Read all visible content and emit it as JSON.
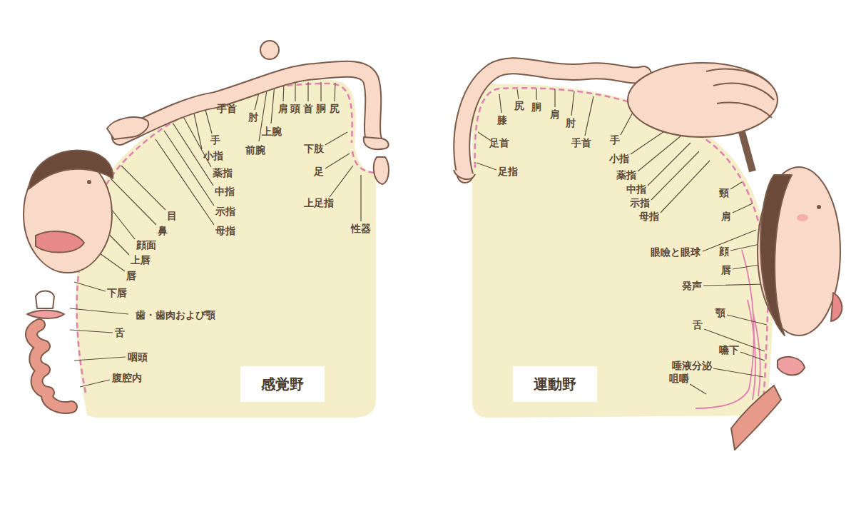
{
  "diagram": {
    "nodes": [
      {
        "text": [
          "感覚野"
        ]
      },
      {
        "text": [
          "運動野"
        ]
      }
    ],
    "labels": [
      "手首",
      "肘",
      "肩",
      "頭",
      "首",
      "胴",
      "尻",
      "手",
      "上腕",
      "前腕",
      "小指",
      "薬指",
      "中指",
      "示指",
      "母指",
      "目",
      "鼻",
      "顔面",
      "上唇",
      "唇",
      "下唇",
      "歯・歯肉および顎",
      "舌",
      "咽頭",
      "腹腔内",
      "下肢",
      "足",
      "上足指",
      "性器",
      "膝",
      "尻",
      "胴",
      "肩",
      "肘",
      "手首",
      "手",
      "小指",
      "薬指",
      "中指",
      "示指",
      "母指",
      "頸",
      "肩",
      "眼瞼と眼球",
      "顔",
      "唇",
      "発声",
      "顎",
      "舌",
      "嚥下",
      "唾液分泌",
      "咀嚼",
      "足首",
      "足指"
    ]
  }
}
